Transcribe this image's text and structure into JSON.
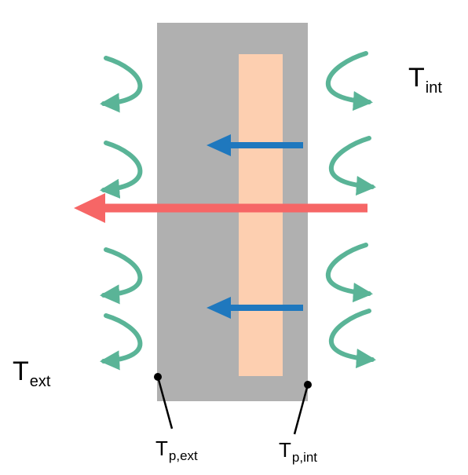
{
  "labels": {
    "t_int": {
      "main": "T",
      "sub": "int"
    },
    "t_ext": {
      "main": "T",
      "sub": "ext"
    },
    "t_p_ext": {
      "main": "T",
      "sub": "p,ext"
    },
    "t_p_int": {
      "main": "T",
      "sub": "p,int"
    }
  },
  "colors": {
    "wall": "#b0b0b0",
    "insulation": "#fdcfb0",
    "heat_flow_arrow": "#f66666",
    "conduction_arrow": "#1f78be",
    "convection_arrow": "#5ab497"
  },
  "icons": {
    "heat_flow": "arrow-left-icon",
    "conduction": "arrow-left-icon",
    "convection": "curved-arrow-icon"
  }
}
